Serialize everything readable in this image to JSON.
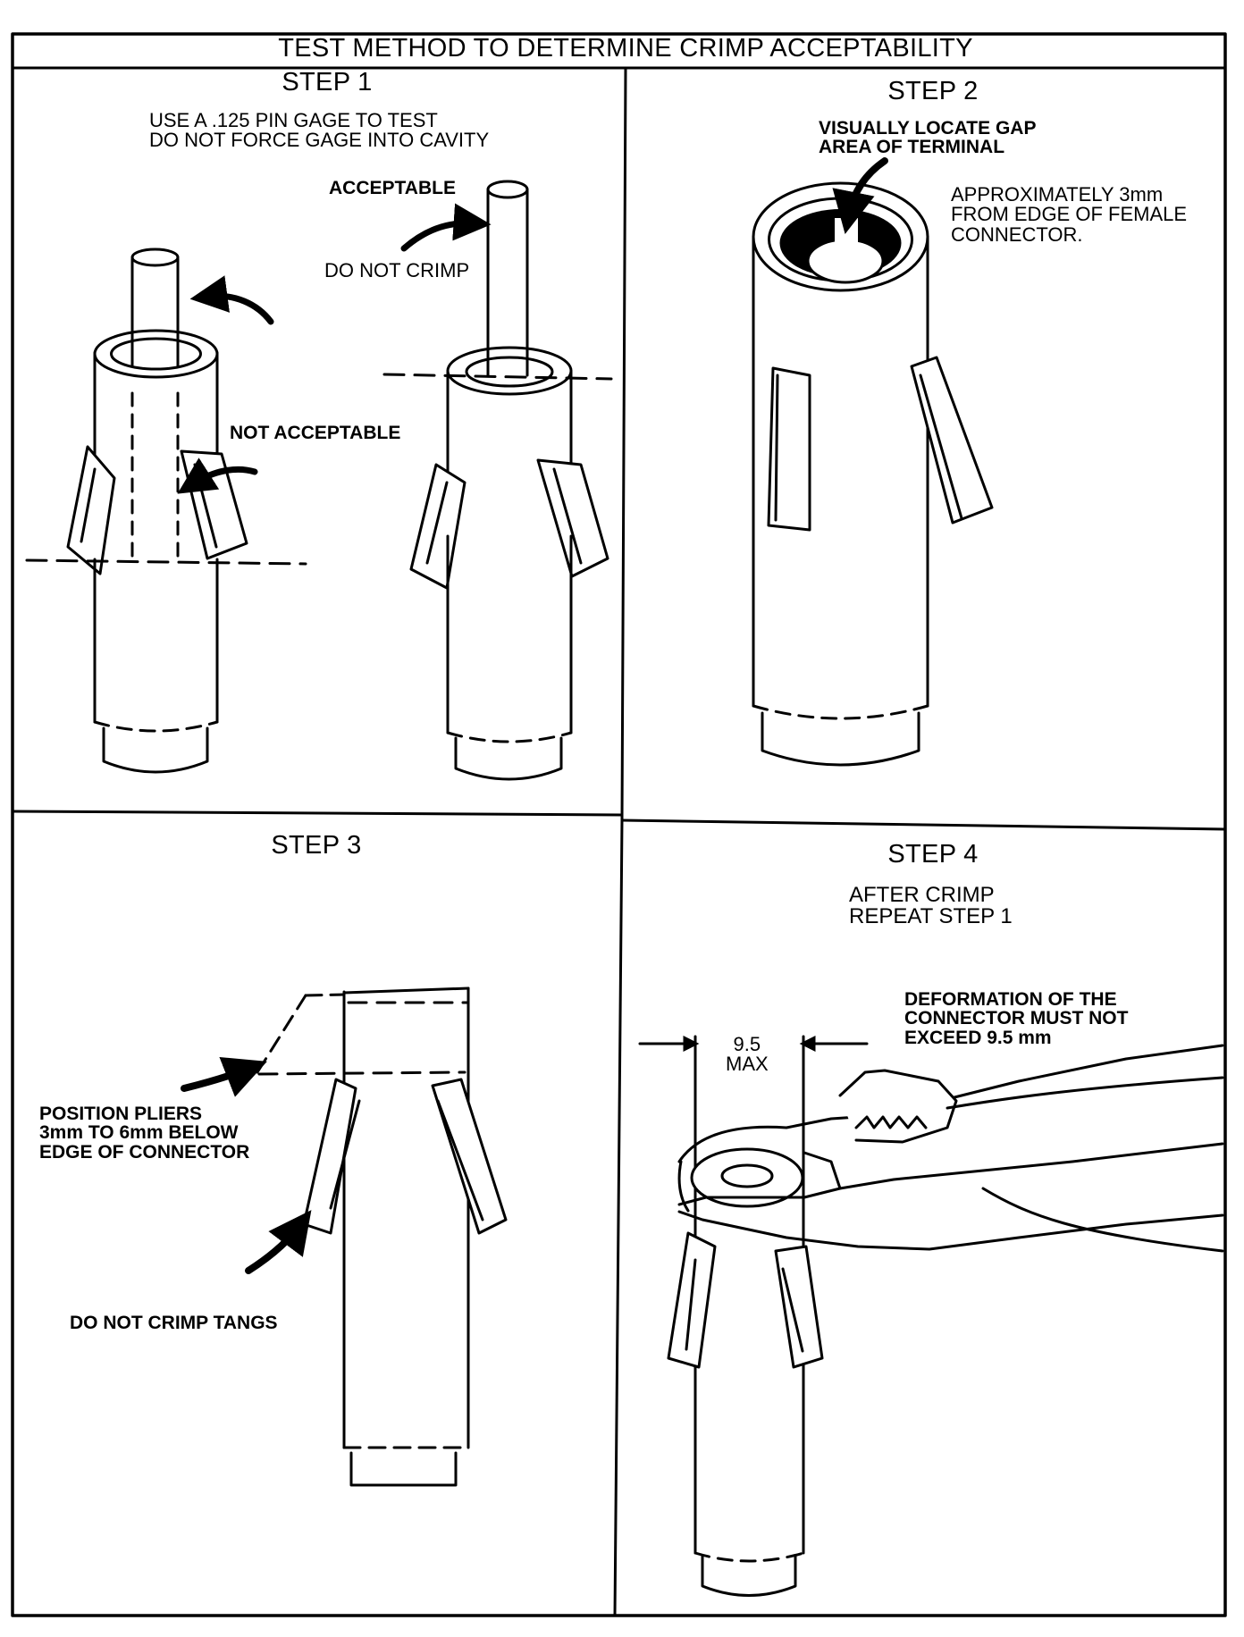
{
  "title": "TEST METHOD TO DETERMINE CRIMP ACCEPTABILITY",
  "step1": {
    "heading": "STEP 1",
    "instruction": [
      "USE A .125 PIN GAGE TO TEST",
      "DO NOT FORCE GAGE INTO CAVITY"
    ],
    "acceptable": "ACCEPTABLE",
    "do_not_crimp": "DO NOT CRIMP",
    "not_acceptable": "NOT ACCEPTABLE"
  },
  "step2": {
    "heading": "STEP 2",
    "locate": [
      "VISUALLY LOCATE GAP",
      "AREA OF TERMINAL"
    ],
    "approx": [
      "APPROXIMATELY 3mm",
      "FROM EDGE OF FEMALE",
      "CONNECTOR."
    ]
  },
  "step3": {
    "heading": "STEP 3",
    "position": [
      "POSITION PLIERS",
      "3mm TO 6mm BELOW",
      "EDGE OF CONNECTOR"
    ],
    "tangs": "DO NOT CRIMP TANGS"
  },
  "step4": {
    "heading": "STEP 4",
    "after": [
      "AFTER CRIMP",
      "REPEAT STEP 1"
    ],
    "dim": [
      "9.5",
      "MAX"
    ],
    "deformation": [
      "DEFORMATION OF THE",
      "CONNECTOR MUST NOT",
      "EXCEED 9.5 mm"
    ]
  }
}
